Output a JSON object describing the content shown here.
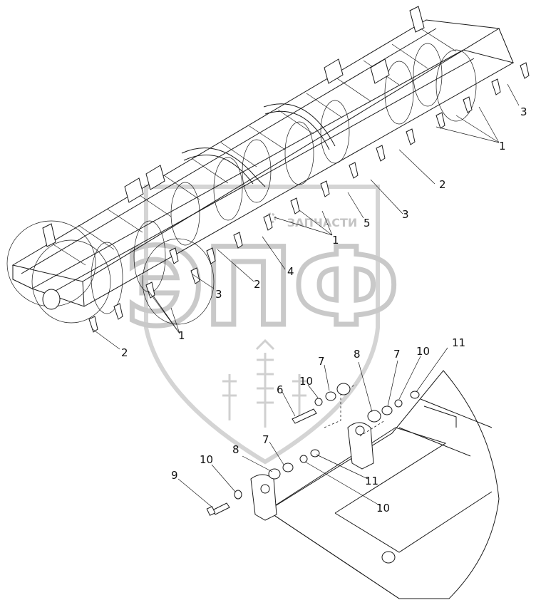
{
  "watermark": {
    "brand_letters": "ЭПФ",
    "caption": "ЗАПЧАСТИ",
    "gear_glyph": "gear-icon"
  },
  "callouts": {
    "frame": [
      {
        "label": "3"
      },
      {
        "label": "1"
      },
      {
        "label": "2"
      },
      {
        "label": "3"
      },
      {
        "label": "5"
      },
      {
        "label": "1"
      },
      {
        "label": "4"
      },
      {
        "label": "2"
      },
      {
        "label": "3"
      },
      {
        "label": "1"
      },
      {
        "label": "2"
      }
    ],
    "hinge": [
      {
        "label": "7"
      },
      {
        "label": "10"
      },
      {
        "label": "6"
      },
      {
        "label": "8"
      },
      {
        "label": "7"
      },
      {
        "label": "10"
      },
      {
        "label": "11"
      },
      {
        "label": "7"
      },
      {
        "label": "8"
      },
      {
        "label": "10"
      },
      {
        "label": "9"
      },
      {
        "label": "11"
      },
      {
        "label": "10"
      }
    ]
  },
  "colors": {
    "line": "#1a1a1a",
    "watermark": "#c9c9c9",
    "background": "#ffffff"
  }
}
